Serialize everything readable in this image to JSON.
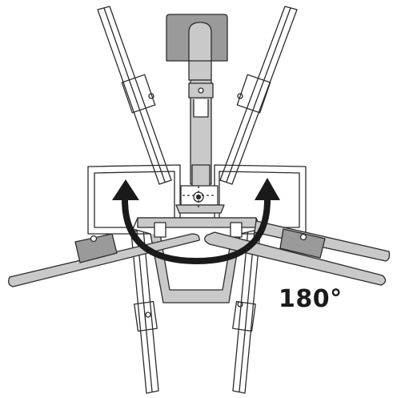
{
  "diagram": {
    "rotation_label": "180°",
    "colors": {
      "outline": "#2b2b2b",
      "fill_gray": "#c9c9c9",
      "fill_dark": "#9a9a9a",
      "arrow": "#1a1a1a",
      "background": "#ffffff"
    },
    "icons": [
      "rotation-arrow-icon",
      "monitor-mount-arm",
      "sliding-rail-arm"
    ]
  }
}
